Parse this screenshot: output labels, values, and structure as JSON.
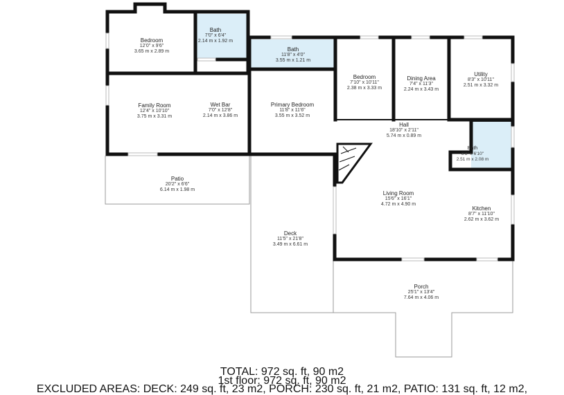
{
  "rooms": {
    "bedroom_nw": {
      "name": "Bedroom",
      "imperial": "12'0\" x 9'6\"",
      "metric": "3.65 m x 2.89 m"
    },
    "bath_nw": {
      "name": "Bath",
      "imperial": "7'0\" x 6'4\"",
      "metric": "2.14 m x 1.92 m"
    },
    "bath_top": {
      "name": "Bath",
      "imperial": "11'8\" x 4'0\"",
      "metric": "3.55 m x 1.21 m"
    },
    "bedroom_ne": {
      "name": "Bedroom",
      "imperial": "7'10\" x 10'11\"",
      "metric": "2.38 m x 3.33 m"
    },
    "dining_area": {
      "name": "Dining Area",
      "imperial": "7'4\" x 11'3\"",
      "metric": "2.24 m x 3.43 m"
    },
    "utility": {
      "name": "Utility",
      "imperial": "8'3\" x 10'11\"",
      "metric": "2.51 m x 3.32 m"
    },
    "family_room": {
      "name": "Family Room",
      "imperial": "12'4\" x 10'10\"",
      "metric": "3.75 m x 3.31 m"
    },
    "wet_bar": {
      "name": "Wet Bar",
      "imperial": "7'0\" x 12'8\"",
      "metric": "2.14 m x 3.86 m"
    },
    "primary_bedroom": {
      "name": "Primary Bedroom",
      "imperial": "11'8\" x 11'6\"",
      "metric": "3.55 m x 3.52 m"
    },
    "hall": {
      "name": "Hall",
      "imperial": "18'10\" x 2'11\"",
      "metric": "5.74 m x 0.89 m"
    },
    "bath_e": {
      "name": "Bath",
      "imperial": "8'3\" x 6'10\"",
      "metric": "2.51 m x 2.08 m"
    },
    "patio": {
      "name": "Patio",
      "imperial": "20'2\" x 6'6\"",
      "metric": "6.14 m x 1.98 m"
    },
    "living_room": {
      "name": "Living Room",
      "imperial": "15'6\" x 16'1\"",
      "metric": "4.72 m x 4.90 m"
    },
    "kitchen": {
      "name": "Kitchen",
      "imperial": "8'7\" x 11'10\"",
      "metric": "2.62 m x 3.62 m"
    },
    "deck": {
      "name": "Deck",
      "imperial": "11'5\" x 21'8\"",
      "metric": "3.49 m x 6.61 m"
    },
    "porch": {
      "name": "Porch",
      "imperial": "25'1\" x 13'4\"",
      "metric": "7.64 m x 4.06 m"
    }
  },
  "summary": {
    "total": "TOTAL: 972 sq. ft, 90 m2",
    "floor": "1st floor: 972 sq. ft, 90 m2",
    "excluded": "EXCLUDED AREAS: DECK: 249 sq. ft, 23 m2, PORCH: 230 sq. ft, 21 m2, PATIO: 131 sq. ft, 12 m2,"
  },
  "colors": {
    "wall": "#111111",
    "bath_fill": "#dbeef8",
    "outline": "#9a9a9a",
    "window": "#bbbbbb"
  }
}
